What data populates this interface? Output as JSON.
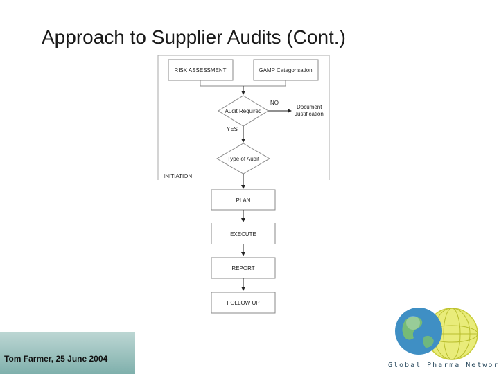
{
  "slide": {
    "title": "Approach to Supplier Audits (Cont.)",
    "footer": "Tom Farmer, 25 June 2004",
    "brand": "Global Pharma Networks"
  },
  "diagram": {
    "nodes": {
      "risk_assessment": "RISK ASSESSMENT",
      "gamp_categorisation": "GAMP Categorisation",
      "audit_required": "Audit Required",
      "type_of_audit": "Type of Audit",
      "initiation": "INITIATION",
      "document_justification_1": "Document",
      "document_justification_2": "Justification",
      "plan": "PLAN",
      "execute": "EXECUTE",
      "report": "REPORT",
      "follow_up": "FOLLOW UP"
    },
    "edges": {
      "no": "NO",
      "yes": "YES"
    }
  },
  "colors": {
    "background": "#ffffff",
    "footer_bar": "#9cc4c0",
    "box_border": "#8a8a8a",
    "globe_blue": "#3f8fc4",
    "globe_yellow": "#d9dc48"
  }
}
